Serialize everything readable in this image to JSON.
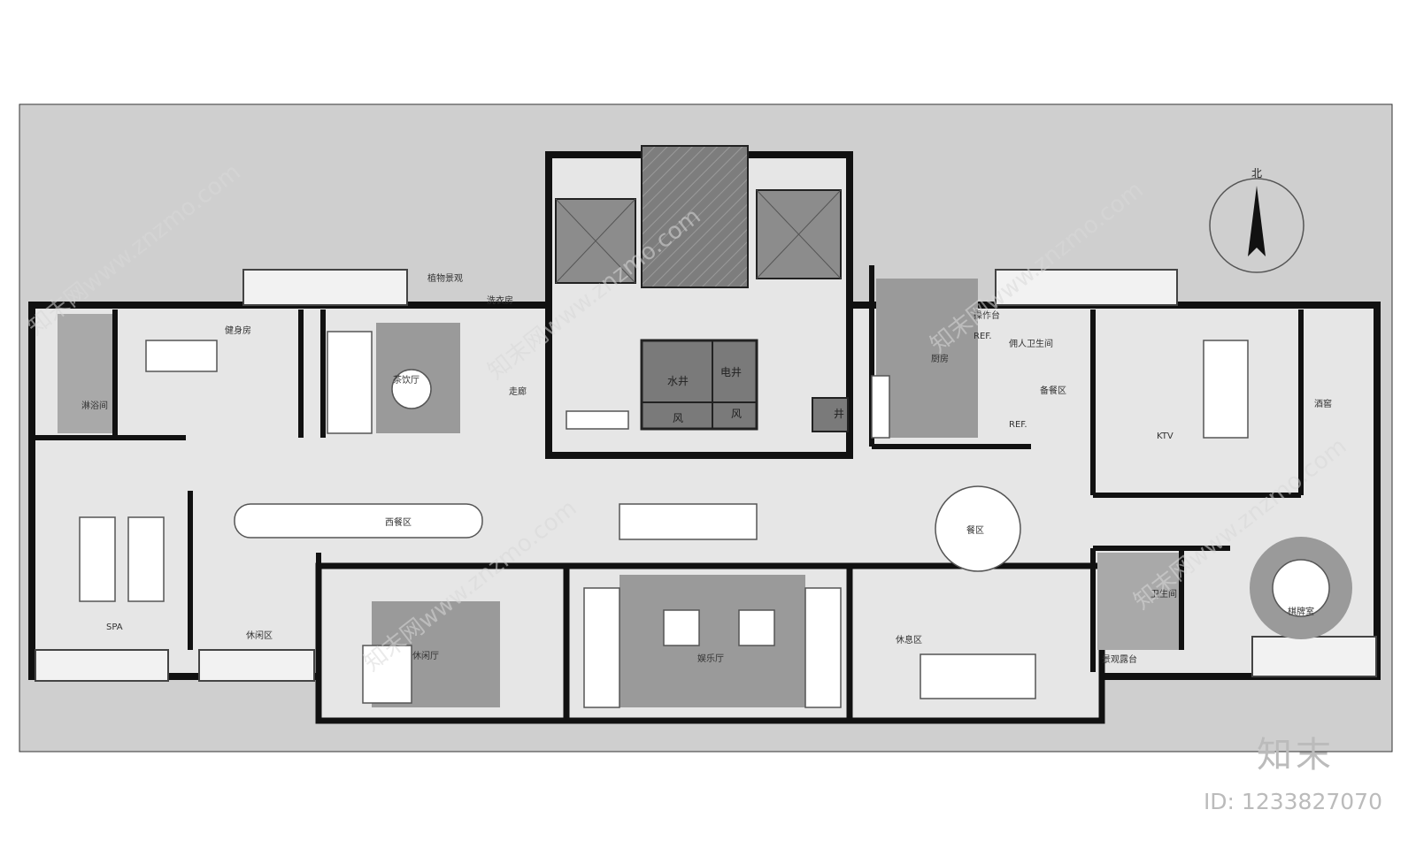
{
  "compass": {
    "north": "北"
  },
  "rooms": {
    "yushi": "淋浴间",
    "gym": "健身房",
    "tea": "茶饮厅",
    "corridor": "走廊",
    "water": "水井",
    "elec": "电井",
    "wind1": "风",
    "wind2": "风",
    "shaft": "井",
    "kitchen": "厨房",
    "kitchen_s1": "操作台",
    "servant": "佣人卫生间",
    "prep": "备餐区",
    "ref1": "REF.",
    "ref2": "REF.",
    "ktv": "KTV",
    "wine": "酒窖",
    "bar": "西餐区",
    "dining": "餐区",
    "spa": "SPA",
    "rest1": "休闲区",
    "rest2": "休闲厅",
    "ent": "娱乐厅",
    "rest3": "休息区",
    "wc": "卫生间",
    "chess": "棋牌室",
    "balcony": "景观露台",
    "planter": "植物景观",
    "wash": "洗衣房"
  },
  "brand": {
    "name": "知末",
    "id": "ID: 1233827070"
  },
  "watermark": {
    "text": "知末网www.znzmo.com"
  }
}
